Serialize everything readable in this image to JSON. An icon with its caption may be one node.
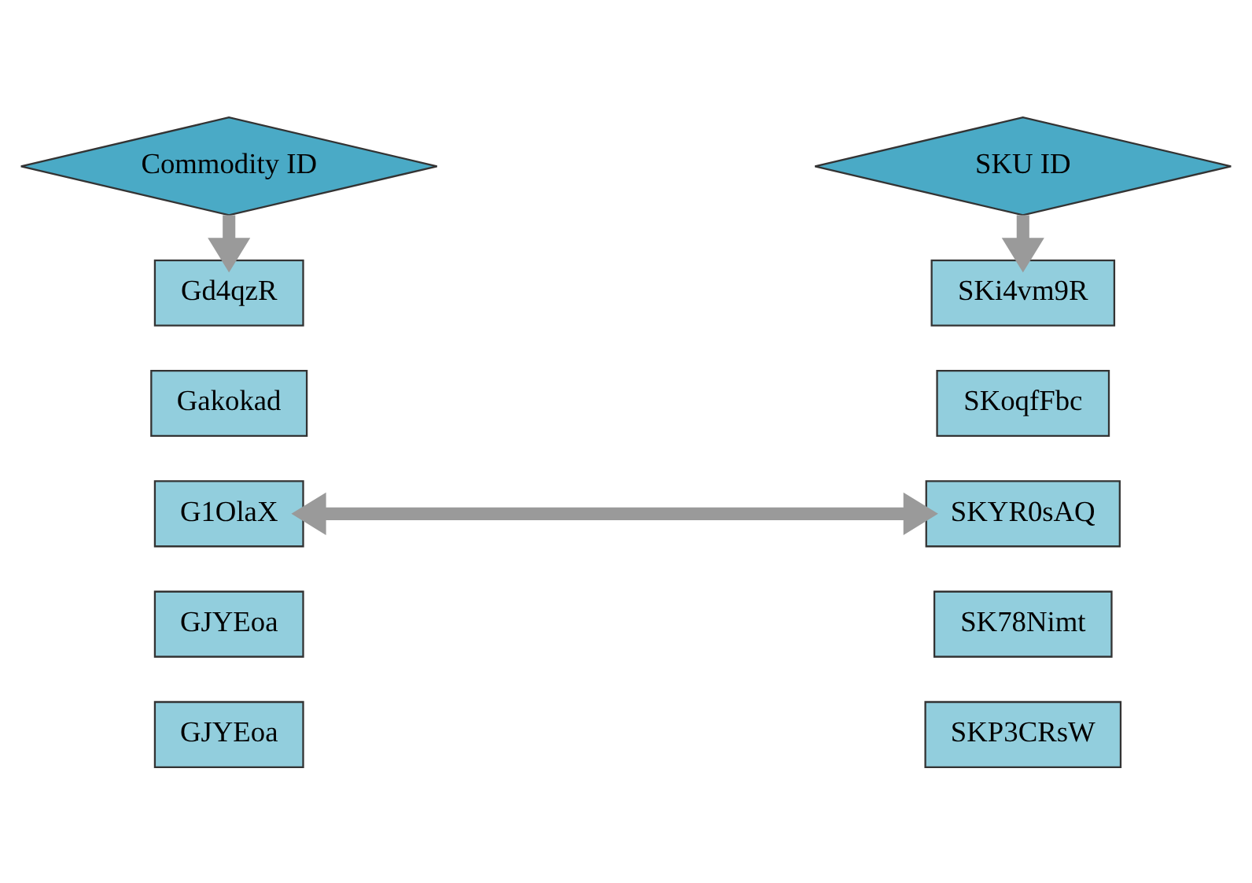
{
  "diagram": {
    "nodes": [
      {
        "text": [
          "Commodity ID"
        ]
      },
      {
        "text": [
          "Gd4qzR"
        ]
      },
      {
        "text": [
          "Gakokad"
        ]
      },
      {
        "text": [
          "G1OlaX"
        ]
      },
      {
        "text": [
          "GJYEoa"
        ]
      },
      {
        "text": [
          "GJYEoa"
        ]
      },
      {
        "text": [
          "SKU ID"
        ]
      },
      {
        "text": [
          "SKi4vm9R"
        ]
      },
      {
        "text": [
          "SKoqfFbc"
        ]
      },
      {
        "text": [
          "SKYR0sAQ"
        ]
      },
      {
        "text": [
          "SK78Nimt"
        ]
      },
      {
        "text": [
          "SKP3CRsW"
        ]
      }
    ],
    "edges": [
      {
        "from": 0,
        "to": 1,
        "arrow": "to"
      },
      {
        "from": 6,
        "to": 7,
        "arrow": "to"
      },
      {
        "from": 3,
        "to": 9,
        "arrow": "both"
      }
    ]
  }
}
